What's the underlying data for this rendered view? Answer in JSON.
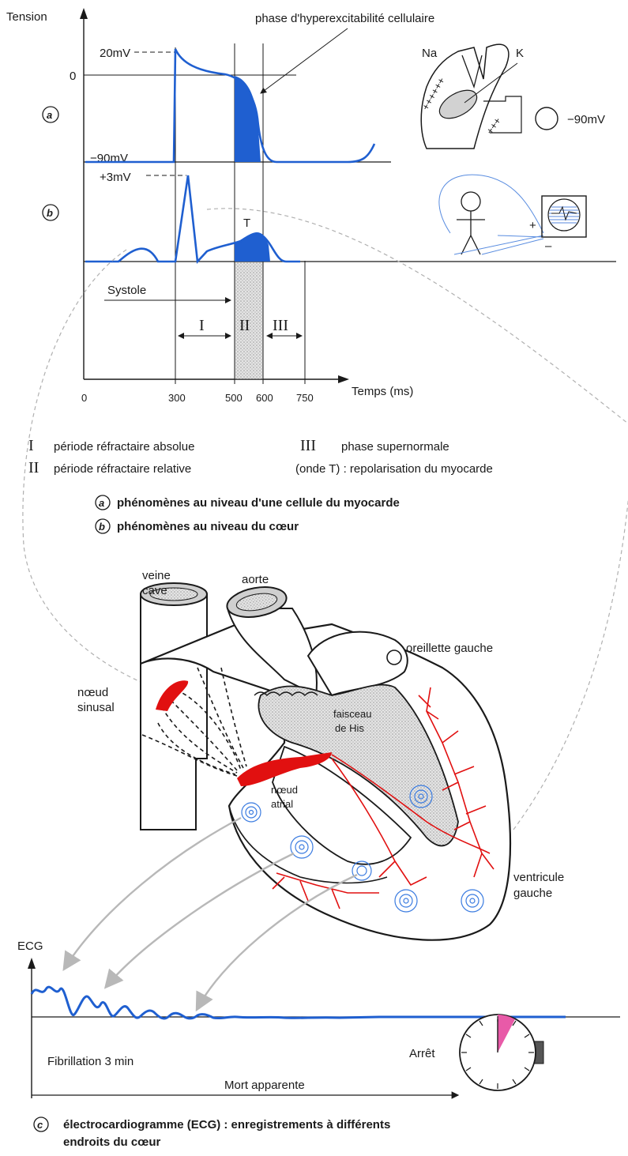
{
  "top": {
    "y_axis_label": "Tension",
    "annotation_hyper": "phase d'hyperexcitabilité cellulaire",
    "label_20mV": "20mV",
    "label_0": "0",
    "label_minus90": "−90mV",
    "label_3mV": "+3mV",
    "panel_a": "a",
    "panel_b": "b",
    "wave_T": "T",
    "cell_Na": "Na",
    "cell_K": "K",
    "cell_voltage": "−90mV",
    "cell_plus": "++++++",
    "cell_minus": "– – – – – –",
    "ecg_plus": "+",
    "ecg_minus": "–",
    "systole": "Systole",
    "roman_I": "I",
    "roman_II": "II",
    "roman_III": "III",
    "x_axis_label": "Temps (ms)",
    "ticks": [
      "0",
      "300",
      "500",
      "600",
      "750"
    ]
  },
  "legend": {
    "I_sym": "I",
    "I_text": "période réfractaire absolue",
    "II_sym": "II",
    "II_text": "période réfractaire relative",
    "III_sym": "III",
    "III_text": "phase supernormale",
    "T_text": "(onde T) : repolarisation du myocarde",
    "a_letter": "a",
    "a_text": "phénomènes au niveau d'une cellule du myocarde",
    "b_letter": "b",
    "b_text": "phénomènes au niveau du cœur"
  },
  "heart": {
    "veine_1": "veine",
    "veine_2": "cave",
    "aorte": "aorte",
    "oreillette": "oreillette gauche",
    "noeud_sin_1": "nœud",
    "noeud_sin_2": "sinusal",
    "faisceau_1": "faisceau",
    "faisceau_2": "de His",
    "noeud_atr_1": "nœud",
    "noeud_atr_2": "atrial",
    "ventricule_1": "ventricule",
    "ventricule_2": "gauche"
  },
  "ecg": {
    "y_label": "ECG",
    "fibrillation": "Fibrillation 3 min",
    "arret": "Arrêt",
    "mort": "Mort apparente",
    "c_letter": "c",
    "caption_1": "électrocardiogramme (ECG) : enregistrements à différents",
    "caption_2": "endroits du cœur"
  },
  "colors": {
    "trace_blue": "#1f5fd0",
    "nerve_red": "#e11010",
    "stipple_gray": "#cfcfcf",
    "clock_pink": "#e85aa8"
  }
}
